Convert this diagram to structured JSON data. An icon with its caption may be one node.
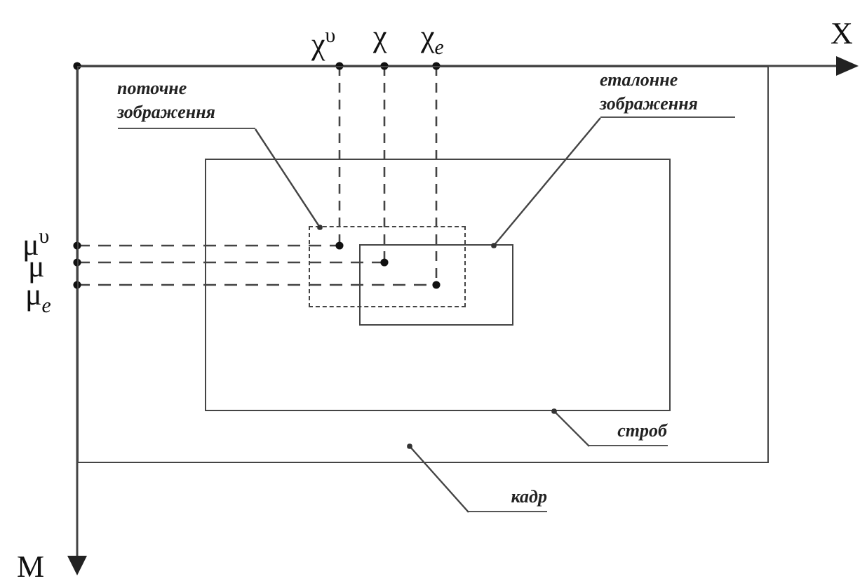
{
  "diagram": {
    "nodes": [
      {
        "text": [],
        "shape": "box"
      },
      {
        "text": [],
        "shape": "box",
        "in": 0
      },
      {
        "text": [],
        "shape": "box",
        "in": 1
      },
      {
        "text": [],
        "shape": "box",
        "in": 1
      },
      {
        "text": [
          "поточне зображення"
        ],
        "in": 0
      },
      {
        "text": [
          "еталонне зображення"
        ],
        "in": 0
      },
      {
        "text": [
          "строб"
        ],
        "in": 0
      },
      {
        "text": [
          "кадр"
        ]
      }
    ],
    "edges": [
      {
        "from": 4,
        "to": 2,
        "arrow": "other"
      },
      {
        "from": 5,
        "to": 3,
        "arrow": "other"
      },
      {
        "from": 6,
        "to": 1,
        "arrow": "other"
      },
      {
        "from": 7,
        "to": 0,
        "arrow": "other"
      }
    ],
    "labels": [
      "χ$^{υ}$",
      "χ",
      "χ$_{e}$",
      "X",
      "μ$^{υ}$",
      "μ",
      "μ$_{e}$",
      "M"
    ]
  }
}
